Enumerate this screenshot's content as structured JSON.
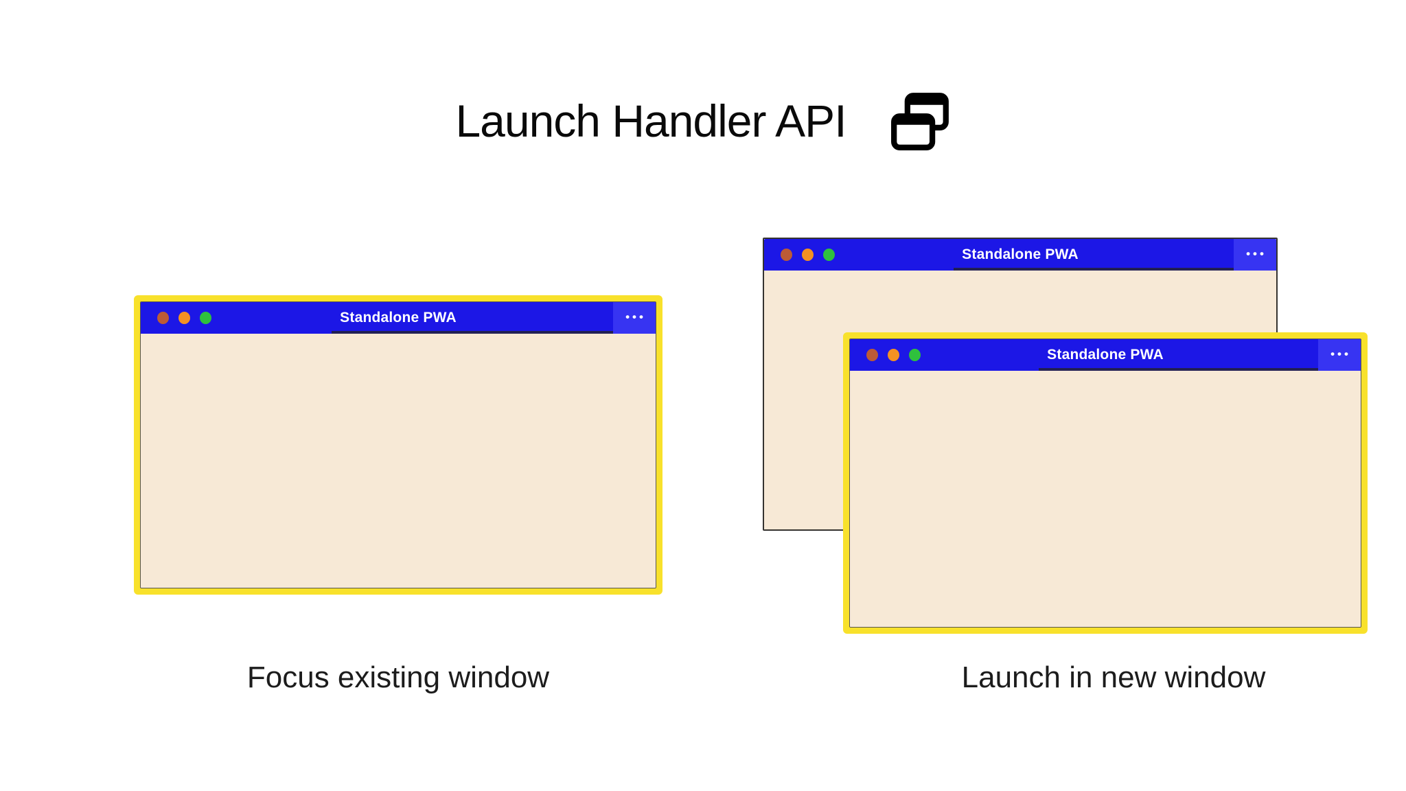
{
  "header": {
    "title": "Launch Handler API",
    "icon": "overlapping-windows-icon"
  },
  "colors": {
    "page_bg": "#ffffff",
    "titlebar_blue": "#1c17e6",
    "menu_blue": "#3734f2",
    "window_body": "#f7e9d6",
    "highlight_yellow": "#f8e12b",
    "back_window_border": "#353330",
    "inner_window_border": "#56544f",
    "window_bottom_edge": "#b4b0a8",
    "titlebar_shadow": "#23223a",
    "traffic_red": "#bc5b36",
    "traffic_orange": "#f39123",
    "traffic_green": "#2fc13d",
    "heading_text": "#0a0a0a",
    "caption_text": "#1c1c1c",
    "titlebar_text": "#ffffff"
  },
  "windows": {
    "focused": {
      "title": "Standalone PWA",
      "menu_dots": "•••"
    },
    "back": {
      "title": "Standalone PWA",
      "menu_dots": "•••"
    },
    "front": {
      "title": "Standalone PWA",
      "menu_dots": "•••"
    }
  },
  "captions": {
    "left": "Focus existing window",
    "right": "Launch in new window"
  }
}
